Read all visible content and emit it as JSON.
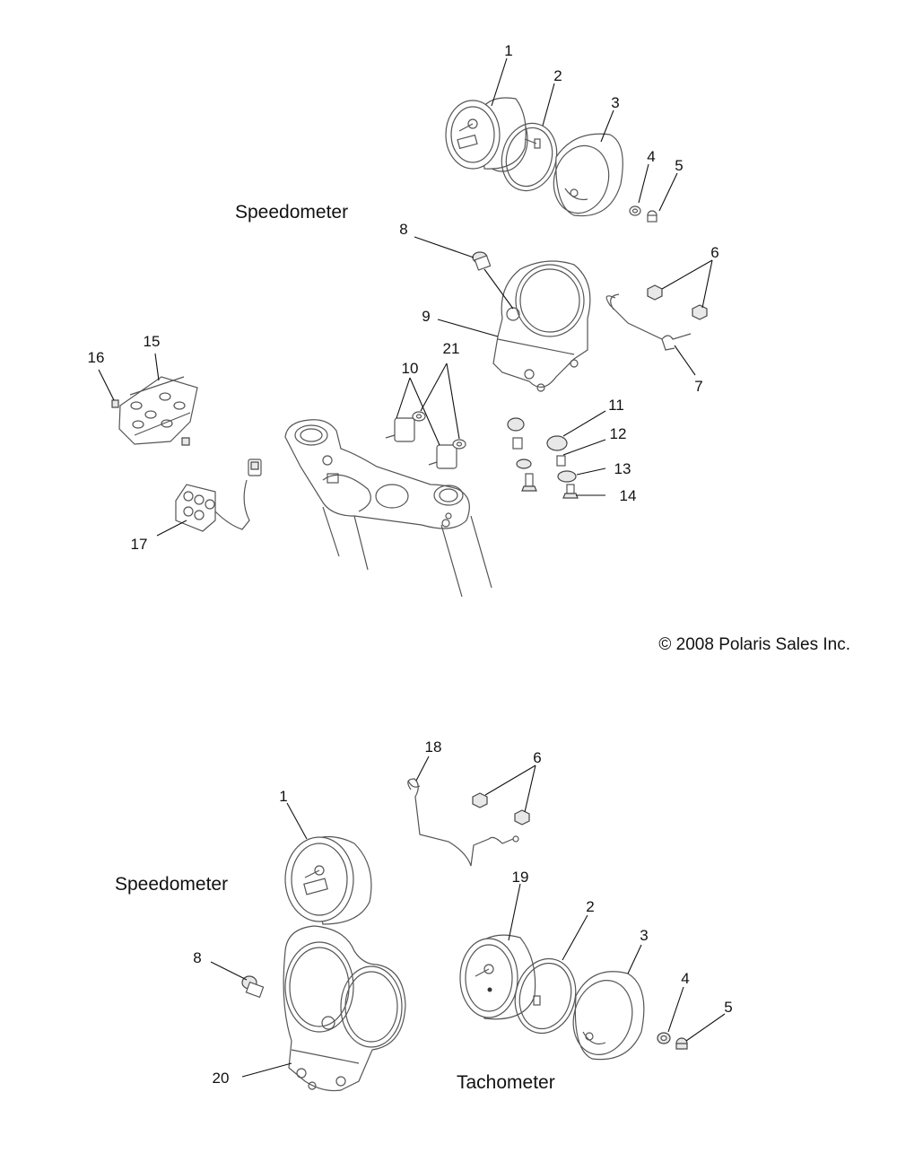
{
  "captions": {
    "speedometer_top": "Speedometer",
    "speedometer_bottom": "Speedometer",
    "tachometer": "Tachometer",
    "copyright": "© 2008 Polaris Sales Inc."
  },
  "top_callouts": {
    "c1": "1",
    "c2": "2",
    "c3": "3",
    "c4": "4",
    "c5": "5",
    "c6": "6",
    "c7": "7",
    "c8": "8",
    "c9": "9",
    "c10": "10",
    "c11": "11",
    "c12": "12",
    "c13": "13",
    "c14": "14",
    "c15": "15",
    "c16": "16",
    "c17": "17",
    "c21": "21"
  },
  "bottom_callouts": {
    "c1": "1",
    "c2": "2",
    "c3": "3",
    "c4": "4",
    "c5": "5",
    "c6": "6",
    "c8": "8",
    "c18": "18",
    "c19": "19",
    "c20": "20"
  }
}
